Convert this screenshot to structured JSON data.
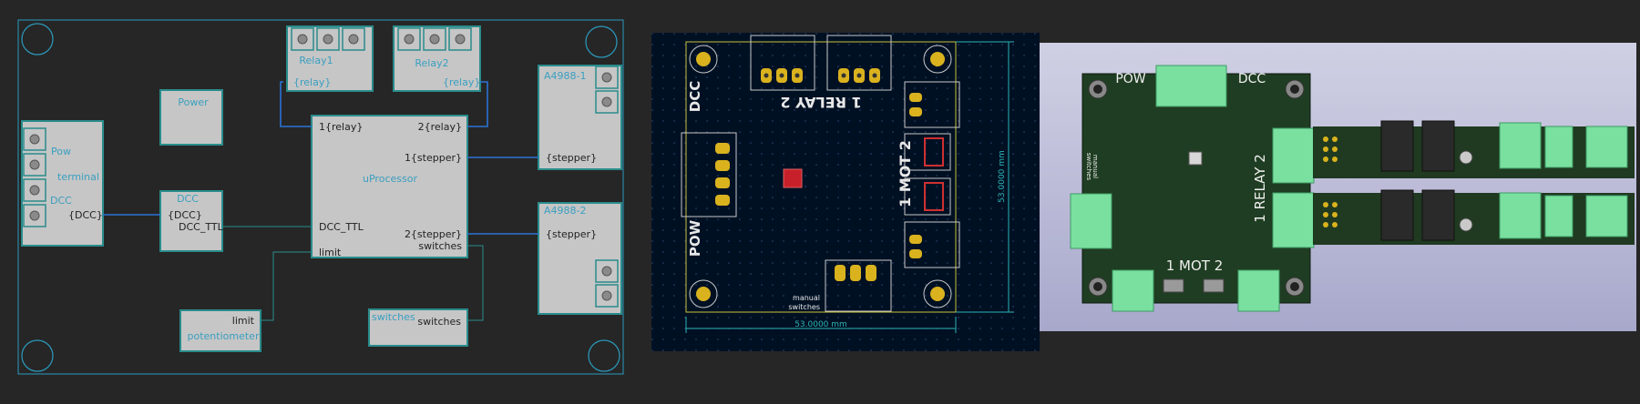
{
  "schematic": {
    "blocks": {
      "relay1": {
        "title": "Relay1",
        "pin": "{relay}"
      },
      "relay2": {
        "title": "Relay2",
        "pin": "{relay}"
      },
      "power": {
        "title": "Power"
      },
      "pow": {
        "line1": "Pow",
        "line2": "terminal",
        "line3": "DCC",
        "pin": "{DCC}"
      },
      "dcc": {
        "title": "DCC",
        "pin_in": "{DCC}",
        "pin_out": "DCC_TTL"
      },
      "uproc": {
        "title": "uProcessor",
        "pin_relay1": "1{relay}",
        "pin_relay2": "2{relay}",
        "pin_stepper1": "1{stepper}",
        "pin_stepper2": "2{stepper}",
        "pin_dcc_ttl": "DCC_TTL",
        "pin_limit": "limit",
        "pin_switches": "switches"
      },
      "a4988_1": {
        "title": "A4988-1",
        "pin": "{stepper}"
      },
      "a4988_2": {
        "title": "A4988-2",
        "pin": "{stepper}"
      },
      "potentiometer": {
        "title": "potentiometer",
        "pin": "limit"
      },
      "switches": {
        "title": "switches",
        "pin": "switches"
      }
    }
  },
  "pcb_layout": {
    "labels": {
      "relay": "1 RELAY 2",
      "mot": "1 MOT 2",
      "dcc": "DCC",
      "pow": "POW",
      "manual": "manual",
      "switches": "switches"
    },
    "dim_horizontal": "53.0000 mm",
    "dim_vertical": "53.0000 mm"
  },
  "render3d": {
    "labels": {
      "pow": "POW",
      "dcc": "DCC",
      "relay": "1 RELAY 2",
      "mot": "1 MOT 2",
      "manual": "manual",
      "switches": "switches"
    }
  },
  "colors": {
    "schematic_border": "#2b9bbf",
    "schematic_text": "#3a9fc0",
    "wire": "#2b72d6",
    "block_fill": "#c6c6c6",
    "block_border": "#2a8c8c",
    "pcb_bg": "#001023",
    "pad_gold": "#d9b21e",
    "render_bg": "#bcbcd9",
    "board_green": "#1f3d22",
    "terminal_green": "#79e0a0"
  }
}
